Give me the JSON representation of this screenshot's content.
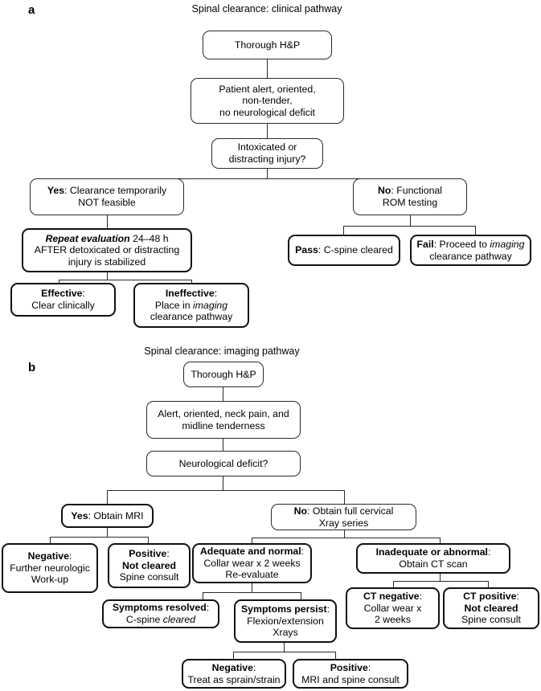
{
  "figure": {
    "panels": [
      {
        "letter": "a",
        "title": "Spinal clearance: clinical pathway",
        "nodes": {
          "a1": "Thorough H&P",
          "a2_l1": "Patient alert, oriented,",
          "a2_l2": "non-tender,",
          "a2_l3": "no neurological deficit",
          "a3_l1": "Intoxicated or",
          "a3_l2": "distracting injury?",
          "a4_lead": "Yes",
          "a4_l1": ": Clearance temporarily",
          "a4_l2": "NOT feasible",
          "a5_lead": "Repeat evaluation",
          "a5_l1": " 24–48 h",
          "a5_l2": "AFTER detoxicated or distracting",
          "a5_l3": "injury is stabilized",
          "a6_lead": "Effective",
          "a6_l1": ":",
          "a6_l2": "Clear clinically",
          "a7_lead": "Ineffective",
          "a7_l1": ":",
          "a7_l2a": "Place in ",
          "a7_l2b": "imaging",
          "a7_l3": "clearance pathway",
          "a8_lead": "No",
          "a8_l1": ": Functional",
          "a8_l2": "ROM testing",
          "a9_lead": "Pass",
          "a9_l1": ": C-spine cleared",
          "a10_lead": "Fail",
          "a10_l1a": ": Proceed to ",
          "a10_l1b": "imaging",
          "a10_l2": "clearance pathway"
        }
      },
      {
        "letter": "b",
        "title": "Spinal clearance: imaging pathway",
        "nodes": {
          "b1": "Thorough H&P",
          "b2_l1": "Alert, oriented, neck pain, and",
          "b2_l2": "midline tenderness",
          "b3": "Neurological deficit?",
          "b4_lead": "Yes",
          "b4_l1": ": Obtain MRI",
          "b5_lead": "Negative",
          "b5_l1": ":",
          "b5_l2": "Further neurologic",
          "b5_l3": "Work-up",
          "b6_lead": "Positive",
          "b6_l1": ":",
          "b6_l2": "Not cleared",
          "b6_l3": "Spine consult",
          "b7_lead": "No",
          "b7_l1": ": Obtain full cervical",
          "b7_l2": "Xray series",
          "b8_lead": "Adequate and normal",
          "b8_l1": ":",
          "b8_l2": "Collar wear x 2 weeks",
          "b8_l3": "Re-evaluate",
          "b9_lead": "Inadequate or abnormal",
          "b9_l1": ":",
          "b9_l2": "Obtain CT scan",
          "b10_lead": "Symptoms resolved",
          "b10_l1": ":",
          "b10_l2a": "C-spine ",
          "b10_l2b": "cleared",
          "b11_lead": "Symptoms persist",
          "b11_l1": ":",
          "b11_l2": "Flexion/extension",
          "b11_l3": "Xrays",
          "b12_lead": "CT negative",
          "b12_l1": ":",
          "b12_l2": "Collar wear x",
          "b12_l3": "2 weeks",
          "b13_lead": "CT positive",
          "b13_l1": ":",
          "b13_l2": "Not cleared",
          "b13_l3": "Spine consult",
          "b14_lead": "Negative",
          "b14_l1": ":",
          "b14_l2": "Treat as sprain/strain",
          "b15_lead": "Positive",
          "b15_l1": ":",
          "b15_l2": "MRI and spine consult"
        }
      }
    ],
    "colors": {
      "stroke": "#2a2a2a",
      "stroke_bold": "#111111",
      "background": "#ffffff",
      "text": "#000000"
    }
  }
}
